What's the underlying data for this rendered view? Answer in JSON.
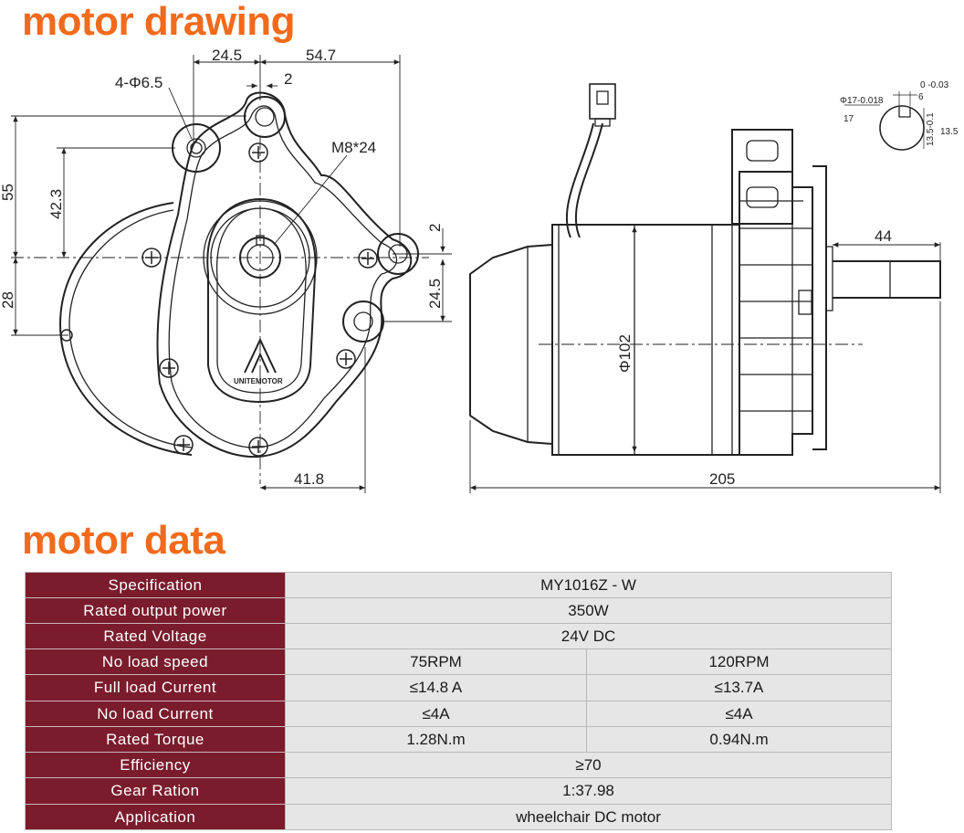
{
  "headings": {
    "drawing": "motor drawing",
    "data": "motor data"
  },
  "drawing": {
    "front": {
      "dim_24_5_top": "24.5",
      "dim_54_7": "54.7",
      "dim_2_top": "2",
      "hole_label": "4-Φ6.5",
      "bolt_label": "M8*24",
      "dim_55": "55",
      "dim_42_3": "42.3",
      "dim_28": "28",
      "dim_2_right": "2",
      "dim_24_5_right": "24.5",
      "dim_41_8": "41.8",
      "logo_text": "UNITEMOTOR"
    },
    "side": {
      "dim_44": "44",
      "dim_102": "Φ102",
      "dim_205": "205",
      "shaft_6_tol": "0 -0.03",
      "shaft_6": "6",
      "shaft_17_tol": "Φ17-0.018",
      "shaft_17": "17",
      "shaft_13_5_tol": "13.5-0.1",
      "shaft_13_5": "13.5"
    }
  },
  "table": {
    "rows": [
      {
        "label": "Specification",
        "value": "MY1016Z - W"
      },
      {
        "label": "Rated output power",
        "value": "350W"
      },
      {
        "label": "Rated Voltage",
        "value": "24V DC"
      },
      {
        "label": "No load speed",
        "values": [
          "75RPM",
          "120RPM"
        ]
      },
      {
        "label": "Full load Current",
        "values": [
          "≤14.8 A",
          "≤13.7A"
        ]
      },
      {
        "label": "No load Current",
        "values": [
          "≤4A",
          "≤4A"
        ]
      },
      {
        "label": "Rated Torque",
        "values": [
          "1.28N.m",
          "0.94N.m"
        ]
      },
      {
        "label": "Efficiency",
        "value": "≥70"
      },
      {
        "label": "Gear Ration",
        "value": "1:37.98"
      },
      {
        "label": "Application",
        "value": "wheelchair DC motor"
      }
    ]
  },
  "colors": {
    "heading": "#f26a1b",
    "label_bg": "#7a1c2c",
    "value_bg": "#e6e6e6"
  }
}
